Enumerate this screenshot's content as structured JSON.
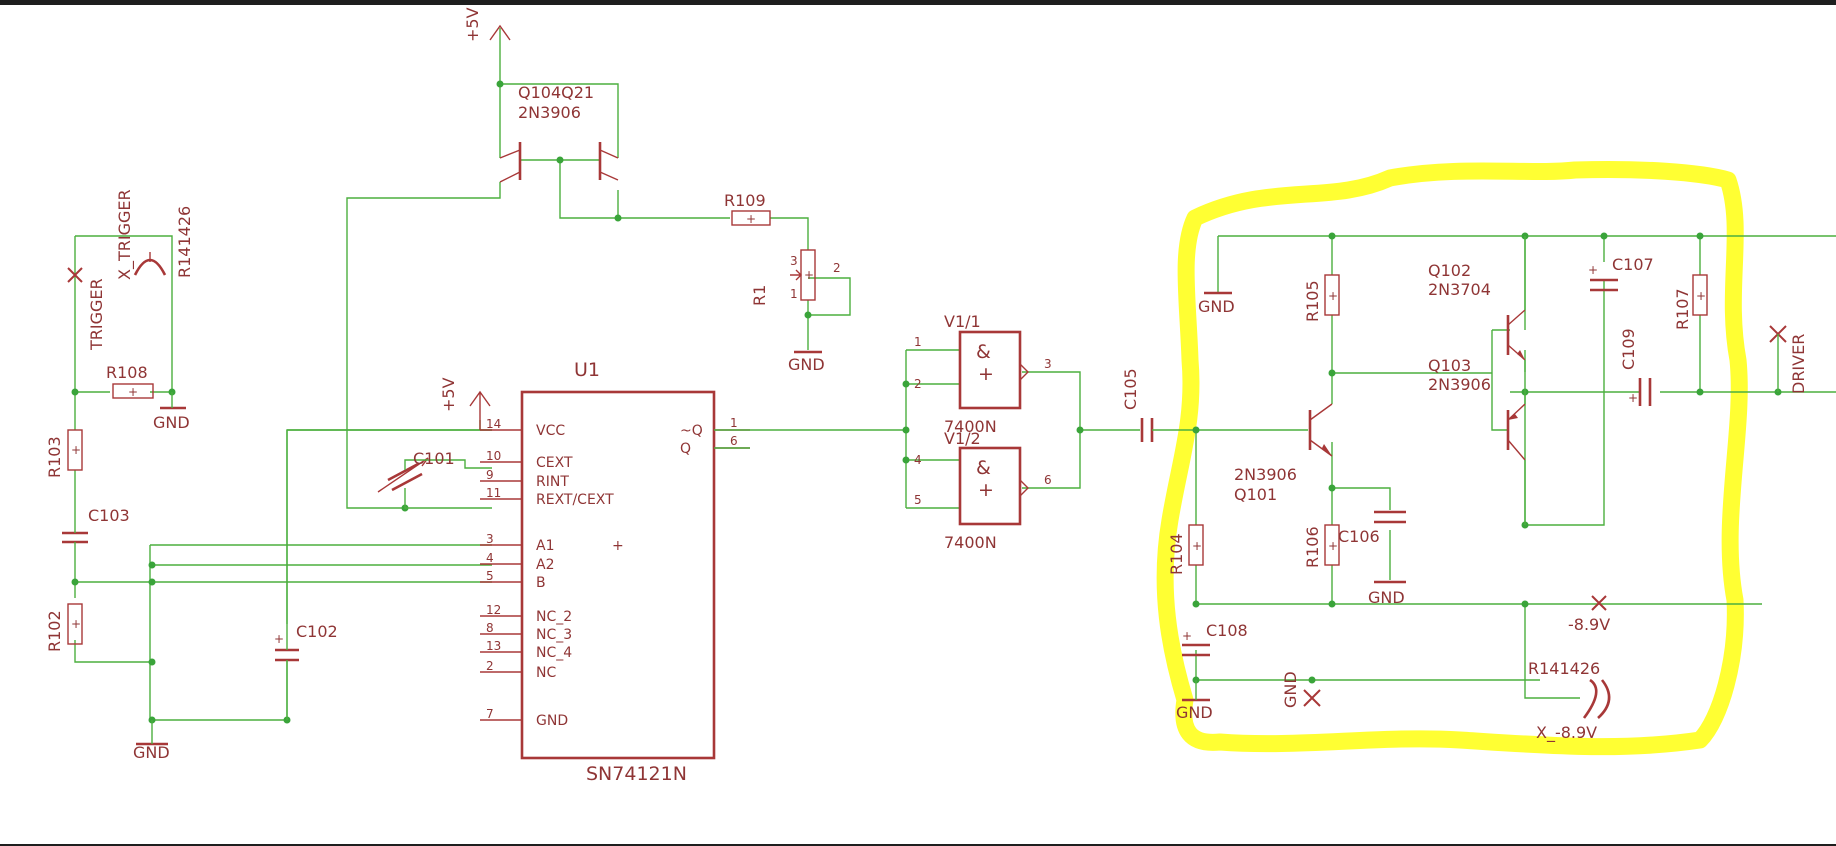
{
  "supply": {
    "plus5v_top": "+5V",
    "plus5v_u1": "+5V",
    "neg_89v": "-8.9V",
    "x_neg_89v": "X_-8.9V"
  },
  "grounds": {
    "gnd_r108": "GND",
    "gnd_left": "GND",
    "gnd_r1": "GND",
    "gnd_right_top": "GND",
    "gnd_c106": "GND",
    "gnd_c108": "GND",
    "gnd_cross": "GND"
  },
  "trigger": {
    "x_trigger": "X_TRIGGER",
    "trigger": "TRIGGER"
  },
  "resistors": {
    "r141426_left": "R141426",
    "r108": "R108",
    "r103": "R103",
    "r102": "R102",
    "r109": "R109",
    "r1": "R1",
    "r105": "R105",
    "r104": "R104",
    "r106": "R106",
    "r107": "R107",
    "r141426_right": "R141426"
  },
  "capacitors": {
    "c103": "C103",
    "c101": "C101",
    "c102": "C102",
    "c105": "C105",
    "c107": "C107",
    "c109": "C109",
    "c106": "C106",
    "c108": "C108"
  },
  "transistors": {
    "q_top_name": "Q104Q21",
    "q_top_part": "2N3906",
    "q102_name": "Q102",
    "q102_part": "2N3704",
    "q103_name": "Q103",
    "q103_part": "2N3906",
    "q101_part": "2N3906",
    "q101_name": "Q101"
  },
  "driver": "DRIVER",
  "pot_pins": {
    "p1": "1",
    "p2": "2",
    "p3": "3"
  },
  "u1": {
    "name": "U1",
    "part": "SN74121N",
    "left_pins": [
      {
        "num": "14",
        "label": "VCC"
      },
      {
        "num": "10",
        "label": "CEXT"
      },
      {
        "num": "9",
        "label": "RINT"
      },
      {
        "num": "11",
        "label": "REXT/CEXT"
      },
      {
        "num": "3",
        "label": "A1"
      },
      {
        "num": "4",
        "label": "A2"
      },
      {
        "num": "5",
        "label": "B"
      },
      {
        "num": "12",
        "label": "NC_2"
      },
      {
        "num": "8",
        "label": "NC_3"
      },
      {
        "num": "13",
        "label": "NC_4"
      },
      {
        "num": "2",
        "label": "NC"
      },
      {
        "num": "7",
        "label": "GND"
      }
    ],
    "right_pins": [
      {
        "num": "1",
        "label": "~Q"
      },
      {
        "num": "6",
        "label": "Q"
      }
    ]
  },
  "gates": [
    {
      "name": "V1/1",
      "part": "7400N",
      "symbol": "&",
      "in1": "1",
      "in2": "2",
      "out": "3"
    },
    {
      "name": "V1/2",
      "part": "7400N",
      "symbol": "&",
      "in1": "4",
      "in2": "5",
      "out": "6"
    }
  ],
  "colors": {
    "wire": "#4caf3f",
    "part": "#a83838",
    "highlight": "#ffff33"
  }
}
